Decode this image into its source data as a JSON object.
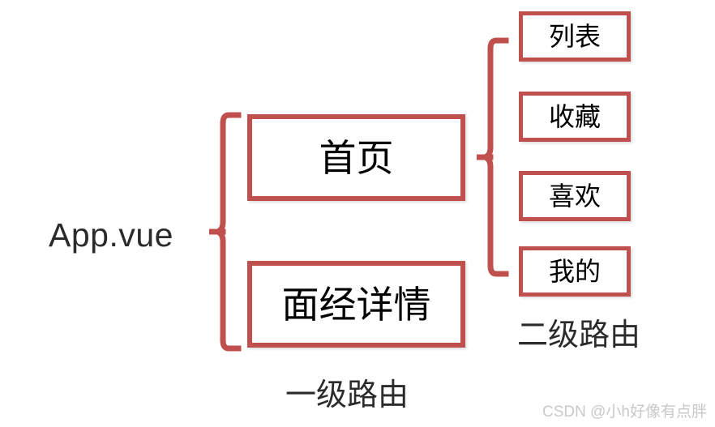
{
  "diagram": {
    "root": {
      "label": "App.vue"
    },
    "level1": {
      "caption": "一级路由",
      "nodes": [
        {
          "label": "首页"
        },
        {
          "label": "面经详情"
        }
      ]
    },
    "level2": {
      "caption": "二级路由",
      "nodes": [
        {
          "label": "列表"
        },
        {
          "label": "收藏"
        },
        {
          "label": "喜欢"
        },
        {
          "label": "我的"
        }
      ]
    },
    "connectors": [
      {
        "name": "brace-level1",
        "glyph": "curly-brace-left"
      },
      {
        "name": "brace-level2",
        "glyph": "curly-brace-left"
      }
    ],
    "colors": {
      "box_border": "#c0504d",
      "box_fill": "#ffffff",
      "brace": "#c0504d",
      "text": "#000000",
      "caption_text": "#2b2b2b",
      "watermark_text": "#c9c9c9",
      "background": "#ffffff"
    }
  },
  "watermark": {
    "text": "CSDN @小h好像有点胖"
  }
}
